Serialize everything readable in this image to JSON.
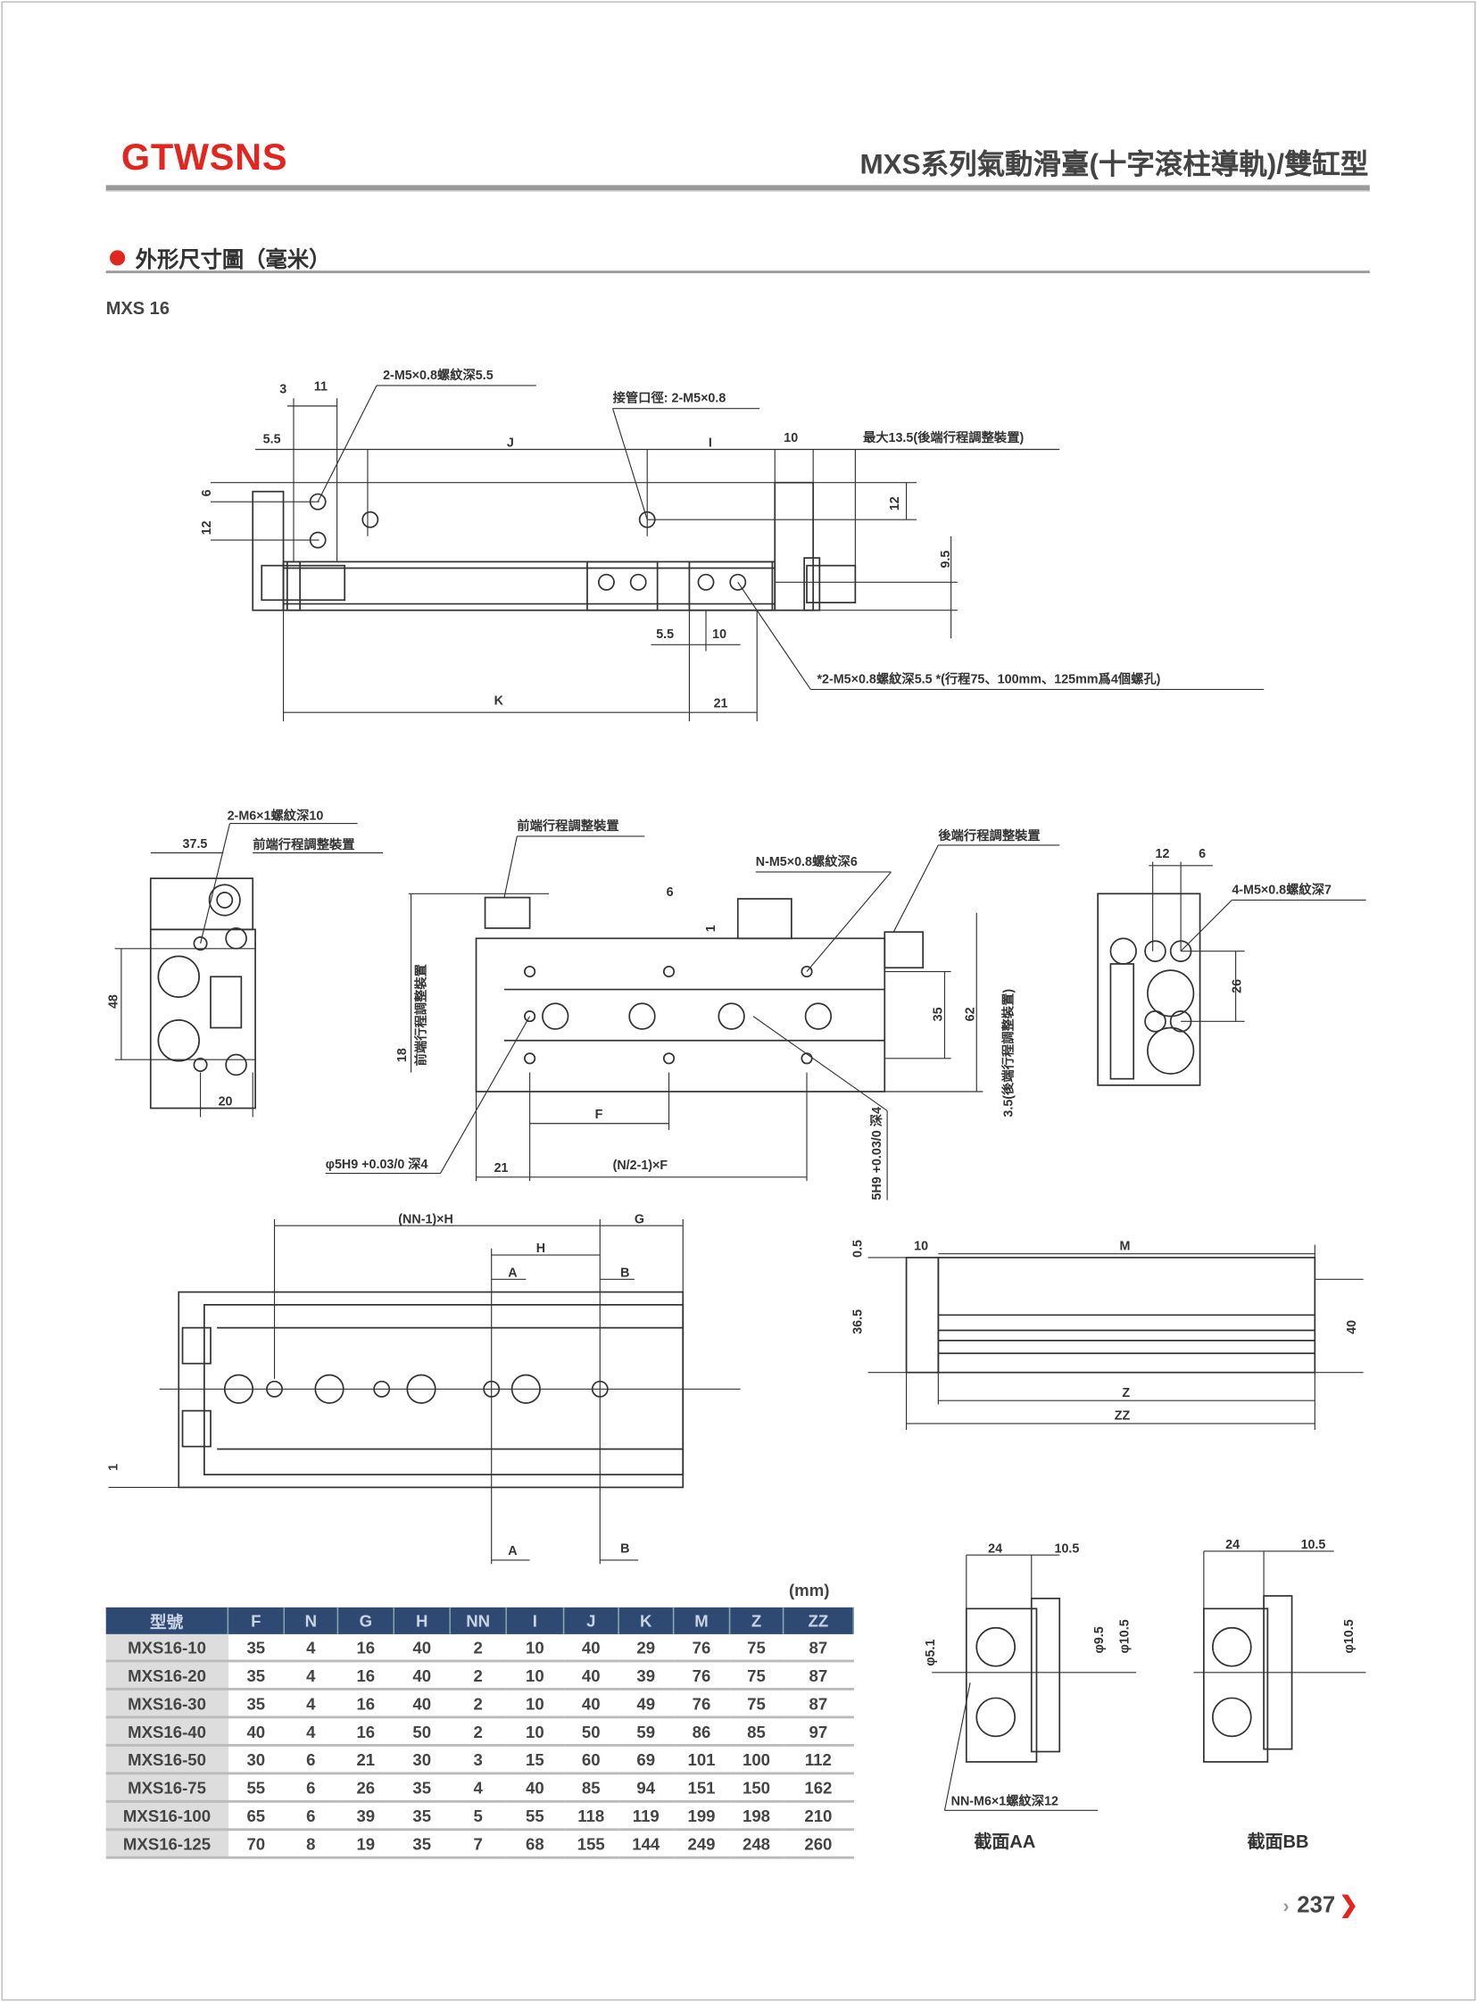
{
  "header": {
    "logo": "GTWSNS",
    "title": "MXS系列氣動滑臺(十字滾柱導軌)/雙缸型"
  },
  "section": {
    "title": "外形尺寸圖（毫米）",
    "model": "MXS 16"
  },
  "top_view": {
    "d3": "3",
    "d11": "11",
    "thread1": "2-M5×0.8螺紋深5.5",
    "port": "接管口徑: 2-M5×0.8",
    "d55a": "5.5",
    "J": "J",
    "I": "I",
    "d10a": "10",
    "max": "最大13.5(後端行程調整裝置)",
    "d6": "6",
    "d12a": "12",
    "d12b": "12",
    "d95": "9.5",
    "d55b": "5.5",
    "d10b": "10",
    "note": "*2-M5×0.8螺紋深5.5 *(行程75、100mm、125mm爲4個螺孔)",
    "K": "K",
    "d21": "21"
  },
  "end_view": {
    "thread": "2-M6×1螺紋深10",
    "d375": "37.5",
    "front_adj": "前端行程調整裝置",
    "d48": "48",
    "d20": "20"
  },
  "front_view": {
    "front_adj": "前端行程調整裝置",
    "rear_adj": "後端行程調整裝置",
    "thread": "N-M5×0.8螺紋深6",
    "d6": "6",
    "d1": "1",
    "d18": "18",
    "front_adj_v": "前端行程調整裝置",
    "d35": "35",
    "d62": "62",
    "d35r": "3.5(後端行程調整裝置)",
    "F": "F",
    "pin1": "φ5H9 +0.03/0 深4",
    "d21": "21",
    "nf": "(N/2-1)×F",
    "pin2": "5H9 +0.03/0 深4"
  },
  "rear_view": {
    "d12": "12",
    "d6": "6",
    "thread": "4-M5×0.8螺紋深7",
    "d26": "26"
  },
  "bottom_view": {
    "nnh": "(NN-1)×H",
    "G": "G",
    "H": "H",
    "A1": "A",
    "B1": "B",
    "A2": "A",
    "B2": "B",
    "d1": "1"
  },
  "side_view": {
    "d05": "0.5",
    "d10": "10",
    "M": "M",
    "d365": "36.5",
    "d40": "40",
    "Z": "Z",
    "ZZ": "ZZ"
  },
  "section_aa": {
    "d24": "24",
    "d105": "10.5",
    "p51": "φ5.1",
    "p95": "φ9.5",
    "p105": "φ10.5",
    "thread": "NN-M6×1螺紋深12",
    "title": "截面AA"
  },
  "section_bb": {
    "d24": "24",
    "d105": "10.5",
    "p105": "φ10.5",
    "title": "截面BB"
  },
  "table": {
    "unit": "(mm)",
    "headers": [
      "型號",
      "F",
      "N",
      "G",
      "H",
      "NN",
      "I",
      "J",
      "K",
      "M",
      "Z",
      "ZZ"
    ],
    "rows": [
      [
        "MXS16-10",
        "35",
        "4",
        "16",
        "40",
        "2",
        "10",
        "40",
        "29",
        "76",
        "75",
        "87"
      ],
      [
        "MXS16-20",
        "35",
        "4",
        "16",
        "40",
        "2",
        "10",
        "40",
        "39",
        "76",
        "75",
        "87"
      ],
      [
        "MXS16-30",
        "35",
        "4",
        "16",
        "40",
        "2",
        "10",
        "40",
        "49",
        "76",
        "75",
        "87"
      ],
      [
        "MXS16-40",
        "40",
        "4",
        "16",
        "50",
        "2",
        "10",
        "50",
        "59",
        "86",
        "85",
        "97"
      ],
      [
        "MXS16-50",
        "30",
        "6",
        "21",
        "30",
        "3",
        "15",
        "60",
        "69",
        "101",
        "100",
        "112"
      ],
      [
        "MXS16-75",
        "55",
        "6",
        "26",
        "35",
        "4",
        "40",
        "85",
        "94",
        "151",
        "150",
        "162"
      ],
      [
        "MXS16-100",
        "65",
        "6",
        "39",
        "35",
        "5",
        "55",
        "118",
        "119",
        "199",
        "198",
        "210"
      ],
      [
        "MXS16-125",
        "70",
        "8",
        "19",
        "35",
        "7",
        "68",
        "155",
        "144",
        "249",
        "248",
        "260"
      ]
    ]
  },
  "page_number": "237"
}
